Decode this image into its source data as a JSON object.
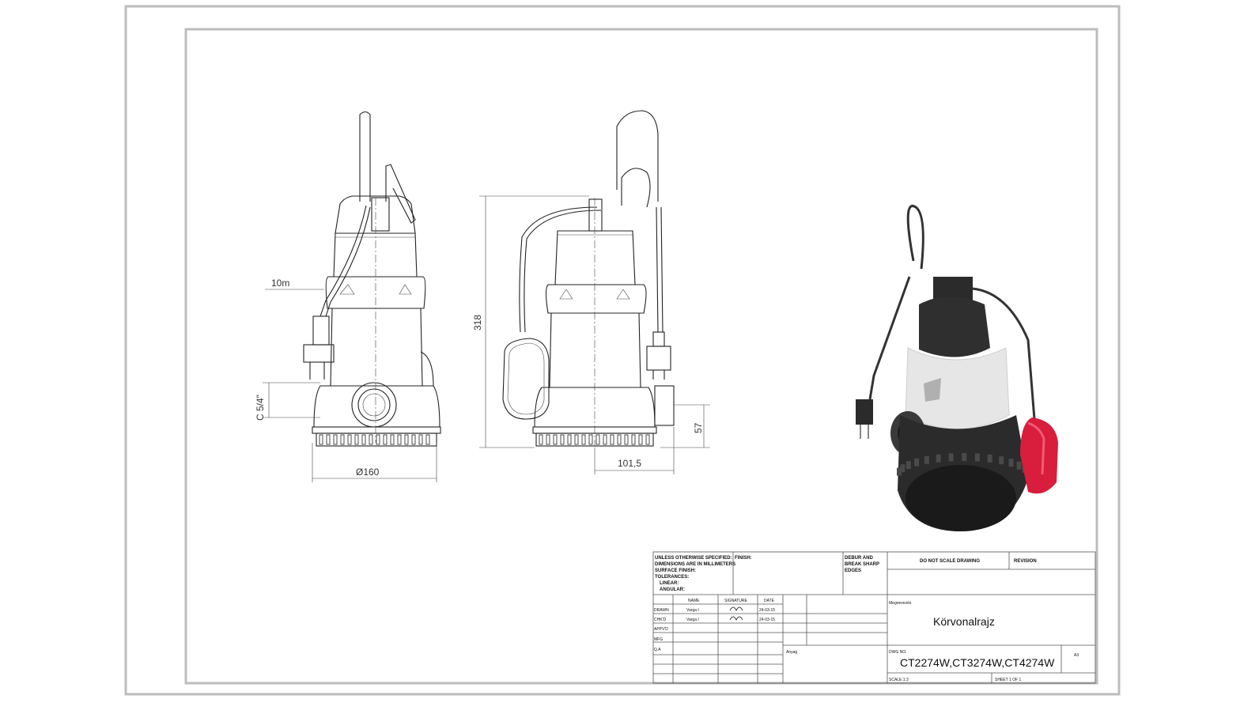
{
  "dimensions": {
    "cable_length": "10m",
    "height": "318",
    "connection": "C 5/4\"",
    "diameter": "Ø160",
    "offset": "101,5",
    "base_height": "57"
  },
  "title_block": {
    "spec_lines": [
      "UNLESS OTHERWISE SPECIFIED:",
      "DIMENSIONS ARE IN MILLIMETERS",
      "SURFACE FINISH:",
      "TOLERANCES:",
      "LINEAR:",
      "ANGULAR:"
    ],
    "finish_label": "FINISH:",
    "deburr_lines": [
      "DEBUR AND",
      "BREAK SHARP",
      "EDGES"
    ],
    "do_not_scale": "DO NOT SCALE DRAWING",
    "revision_label": "REVISION",
    "col_name": "NAME",
    "col_signature": "SIGNATURE",
    "col_date": "DATE",
    "rows": [
      {
        "role": "DRAWN",
        "name": "Varga I",
        "date": "24-03-15"
      },
      {
        "role": "CHK'D",
        "name": "Varga I",
        "date": "24-03-15"
      },
      {
        "role": "APPV'D",
        "name": "",
        "date": ""
      },
      {
        "role": "MFG",
        "name": "",
        "date": ""
      },
      {
        "role": "Q.A",
        "name": "",
        "date": ""
      }
    ],
    "naming_label": "Megnevezés",
    "title": "Körvonalrajz",
    "material_label": "Anyag",
    "dwg_label": "DWG NO.",
    "dwg_number": "CT2274W,CT3274W,CT4274W",
    "size": "A3",
    "scale": "SCALE:1:3",
    "sheet": "SHEET 1 OF 1"
  },
  "colors": {
    "frame": "#bdbdbd",
    "pump_dark": "#2b2b2b",
    "pump_light": "#e6e6e6",
    "float_red": "#d81e3c"
  }
}
